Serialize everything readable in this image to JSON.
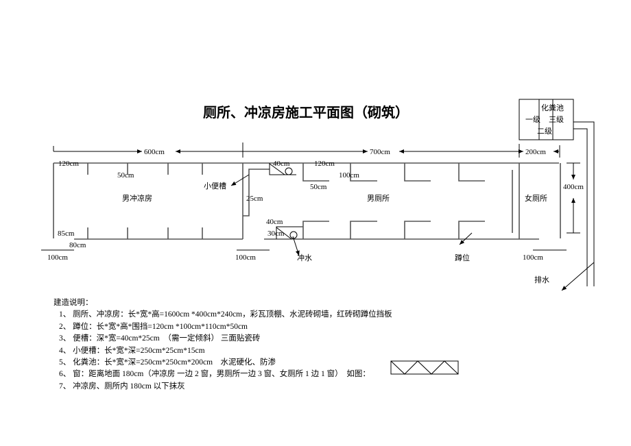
{
  "title": "厕所、冲凉房施工平面图（砌筑）",
  "dimensions": {
    "d600": "600cm",
    "d700": "700cm",
    "d200": "200cm",
    "d400": "400cm",
    "d120a": "120cm",
    "d50a": "50cm",
    "d85": "85cm",
    "d80": "80cm",
    "d100a": "100cm",
    "d100b": "100cm",
    "d100c": "100cm",
    "d25": "25cm",
    "d40a": "40cm",
    "d120b": "120cm",
    "d100d": "100cm",
    "d50b": "50cm",
    "d40b": "40cm",
    "d30": "30cm"
  },
  "labels": {
    "shower": "男冲凉房",
    "urinal": "小便槽",
    "mens": "男厕所",
    "womens": "女厕所",
    "flush": "冲水",
    "squat": "蹲位",
    "drain": "排水",
    "septic": "化粪池",
    "stage1": "一级",
    "stage2": "二级",
    "stage3": "三级"
  },
  "notes": {
    "heading": "建造说明：",
    "items": [
      "1、 厕所、冲凉房：长*宽*高=1600cm *400cm*240cm，彩瓦顶棚、水泥砖砌墙，红砖砌蹲位挡板",
      "2、 蹲位：长*宽*高*围挡=120cm *100cm*110cm*50cm",
      "3、 便槽：深*宽=40cm*25cm　（需一定倾斜） 三面贴瓷砖",
      "4、 小便槽：长*宽*深=250cm*25cm*15cm",
      "5、 化粪池：长*宽*深=250cm*250cm*200cm　水泥硬化、防渗",
      "6、 窗：距离地面 180cm（冲凉房 一边 2 窗，男厕所一边 3 窗、女厕所 1 边 1 窗）　如图：",
      "7、 冲凉房、厕所内 180cm 以下抹灰"
    ]
  }
}
